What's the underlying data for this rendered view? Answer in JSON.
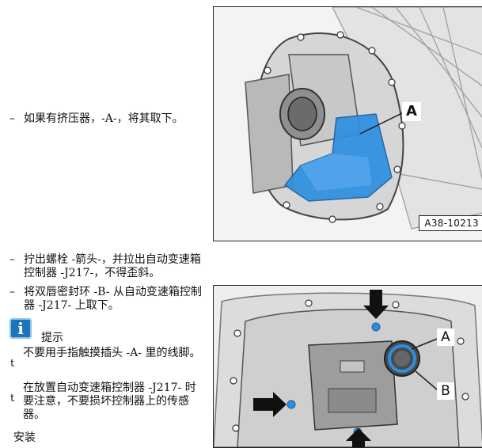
{
  "steps": [
    {
      "dash": "–",
      "text": "如果有挤压器，-A-，将其取下。"
    },
    {
      "dash": "–",
      "text": "拧出螺栓 -箭头-，并拉出自动变速箱控制器 -J217-，不得歪斜。"
    },
    {
      "dash": "–",
      "text": "将双唇密封环 -B- 从自动变速箱控制器 -J217- 上取下。"
    }
  ],
  "note": {
    "icon": "info-icon",
    "icon_glyph": "i",
    "title": "提示",
    "items": [
      {
        "bullet": "t",
        "text": "不要用手指触摸插头 -A- 里的线脚。"
      },
      {
        "bullet": "t",
        "text": "在放置自动变速箱控制器 -J217- 时要注意，不要损坏控制器上的传感器。"
      }
    ]
  },
  "section_heading": "安装",
  "figures": [
    {
      "label_a": "A",
      "figure_id": "A38-10213"
    },
    {
      "label_a": "A",
      "label_b": "B"
    }
  ],
  "colors": {
    "highlight_part": "#2d8fe0",
    "callout_border": "#222222",
    "info_icon": "#1d74b8"
  }
}
